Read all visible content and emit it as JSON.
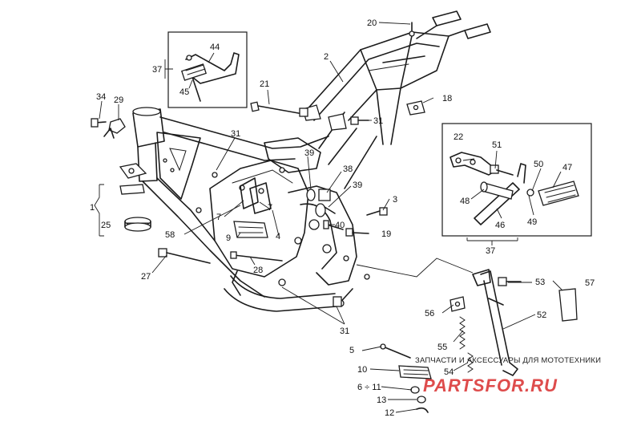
{
  "callouts": {
    "c1": "1",
    "c2": "2",
    "c3": "3",
    "c4": "4",
    "c5": "5",
    "c6_11": "6 ÷ 11",
    "c7a": "7",
    "c7b": "7",
    "c9": "9",
    "c10": "10",
    "c12": "12",
    "c13": "13",
    "c18": "18",
    "c19": "19",
    "c20": "20",
    "c21": "21",
    "c22": "22",
    "c25": "25",
    "c27": "27",
    "c28": "28",
    "c29": "29",
    "c31a": "31",
    "c31b": "31",
    "c31c": "31",
    "c34": "34",
    "c37a": "37",
    "c37b": "37",
    "c38": "38",
    "c39a": "39",
    "c39b": "39",
    "c40": "40",
    "c44": "44",
    "c45": "45",
    "c46": "46",
    "c47": "47",
    "c48": "48",
    "c49": "49",
    "c50": "50",
    "c51": "51",
    "c52": "52",
    "c53": "53",
    "c54": "54",
    "c55": "55",
    "c56": "56",
    "c57": "57",
    "c58": "58"
  },
  "watermark": {
    "caption": "ЗАПЧАСТИ И АКСЕССУАРЫ ДЛЯ МОТОТЕХНИКИ",
    "logo": "PARTSFOR.RU",
    "color": "#d62020"
  }
}
